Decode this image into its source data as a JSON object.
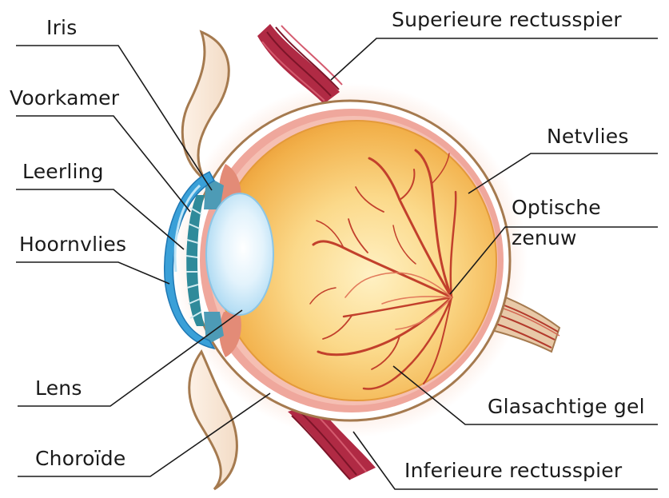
{
  "labels": {
    "iris": "Iris",
    "voorkamer": "Voorkamer",
    "leerling": "Leerling",
    "hoornvlies": "Hoornvlies",
    "lens": "Lens",
    "choroide": "Choroïde",
    "superieure": "Superieure rectusspier",
    "netvlies": "Netvlies",
    "optische_1": "Optische",
    "optische_2": "zenuw",
    "glasachtige": "Glasachtige gel",
    "inferieure": "Inferieure rectusspier"
  },
  "colors": {
    "vitreous_center": "#fde7a6",
    "vitreous_edge": "#f0a73a",
    "sclera_stroke": "#a57a4f",
    "retina": "#f1a8a0",
    "muscle": "#9b1b33",
    "cornea": "#3a9fd8",
    "lens": "#cfeaf9",
    "vessel": "#c33c2a",
    "leader": "#1a1a1a"
  }
}
